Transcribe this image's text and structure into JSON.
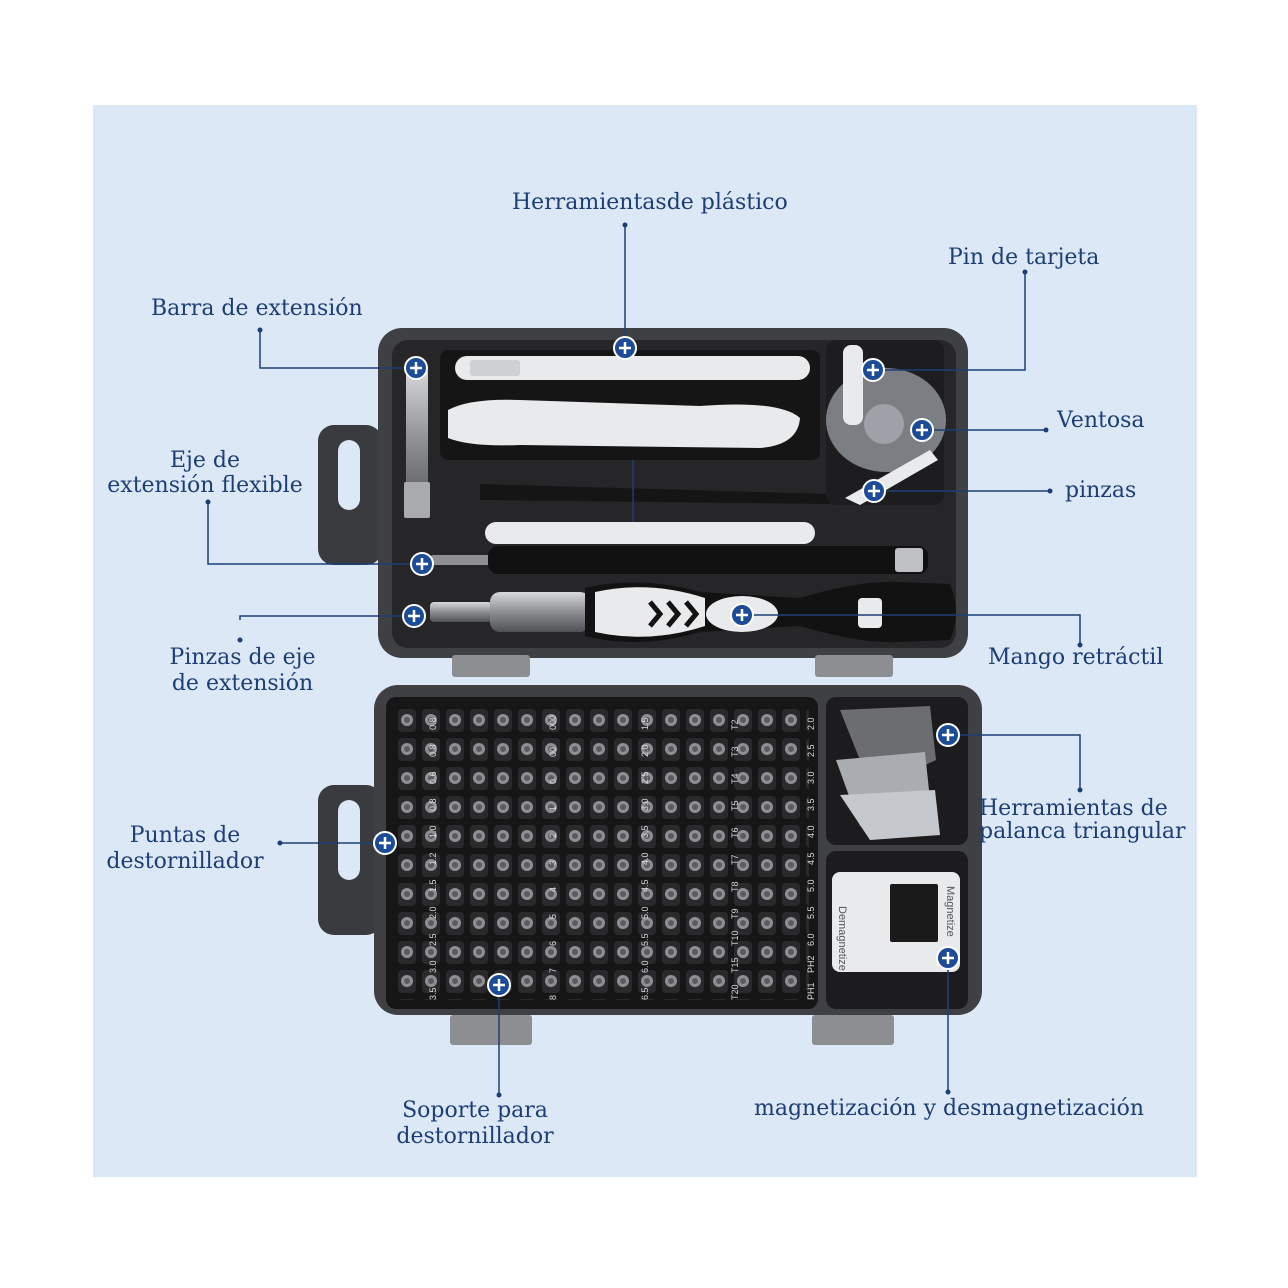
{
  "labels": {
    "plastic_tools": "Herramientasde plástico",
    "card_pin": "Pin de tarjeta",
    "extension_bar": "Barra de extensión",
    "suction_cup": "Ventosa",
    "flex_shaft_l1": "Eje de",
    "flex_shaft_l2": "extensión flexible",
    "tweezers": "pinzas",
    "ext_tweezers_l1": "Pinzas de eje",
    "ext_tweezers_l2": "de extensión",
    "retractable_handle": "Mango retráctil",
    "bits_l1": "Puntas de",
    "bits_l2": "destornillador",
    "triangle_pry_l1": "Herramientas de",
    "triangle_pry_l2": "palanca triangular",
    "holder_l1": "Soporte para",
    "holder_l2": "destornillador",
    "magnetizer": "magnetización y desmagnetización"
  },
  "magnetizer_box": {
    "demag": "Demagnetize",
    "mag": "Magnetize"
  },
  "bit_columns": [
    [
      "0.8",
      "0.8",
      "0.6",
      "0.8",
      "1.0",
      "1.2",
      "1.5",
      "2.0",
      "2.5",
      "3.0",
      "3.5"
    ],
    [
      "000",
      "00",
      "0",
      "1",
      "2",
      "3",
      "4",
      "5",
      "6",
      "7",
      "8"
    ],
    [
      "1.5",
      "2.0",
      "2.5",
      "3.0",
      "3.5",
      "4.0",
      "4.5",
      "5.0",
      "5.5",
      "6.0",
      "6.5"
    ],
    [
      "T2",
      "T3",
      "T4",
      "T5",
      "T6",
      "T7",
      "T8",
      "T9",
      "T10",
      "T15",
      "T20"
    ],
    [
      "2.0",
      "2.5",
      "3.0",
      "3.5",
      "4.0",
      "4.5",
      "5.0",
      "5.5",
      "6.0",
      "PH2",
      "PH1"
    ]
  ],
  "colors": {
    "panel": "#dde8f6",
    "accent": "#1c3e74",
    "case": "#3f4043",
    "case_inner": "#1f1f21",
    "tool_white": "#e9eaec"
  }
}
